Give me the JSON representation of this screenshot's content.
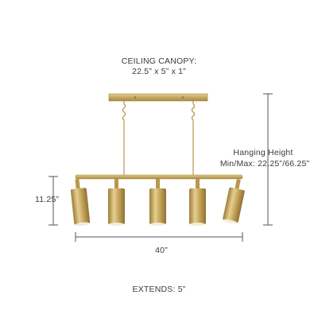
{
  "canopy": {
    "title": "CEILING CANOPY:",
    "dimensions": "22.5” x 5” x 1”"
  },
  "hanging_height": {
    "title": "Hanging Height",
    "dimensions": "Min/Max: 22.25”/66.25”"
  },
  "fixture_height": "11.25”",
  "fixture_length": "40”",
  "extends": "EXTENDS: 5”",
  "colors": {
    "brass": "#c9a95d",
    "brass_dark": "#a8873f",
    "brass_light": "#e3cb8a",
    "dimension_line": "#555555"
  }
}
